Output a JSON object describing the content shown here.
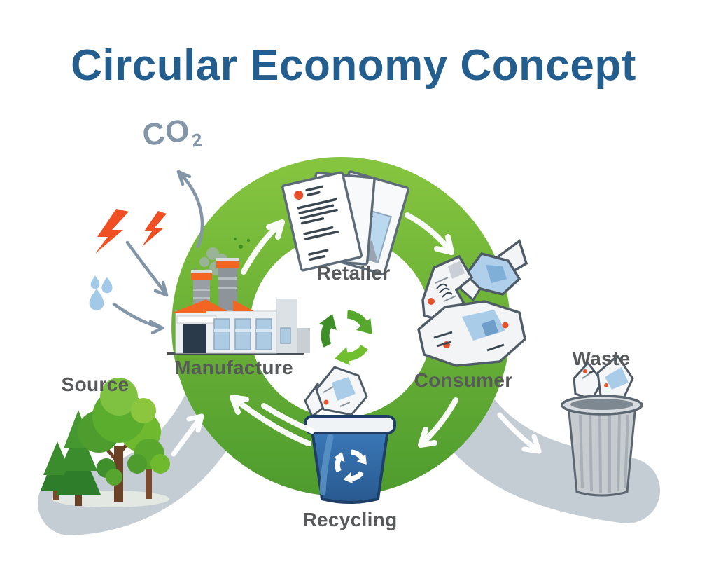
{
  "title": "Circular Economy Concept",
  "emission": {
    "co2_main": "CO",
    "co2_sub": "2"
  },
  "stages": {
    "retailer": "Retailer",
    "consumer": "Consumer",
    "waste": "Waste",
    "recycling": "Recycling",
    "manufacture": "Manufacture",
    "source": "Source"
  },
  "icons": {
    "center": "recycling-arrows-icon",
    "manufacture": "factory-icon",
    "source": "trees-icon",
    "retailer": "newspaper-stack-icon",
    "consumer": "crumpled-newspaper-icon",
    "recycling": "recycle-bin-icon",
    "waste": "trash-can-icon",
    "energy_input": "lightning-energy-icon",
    "water_input": "water-drops-icon",
    "emission_output": "smoke-icon",
    "flow_arrows": "hand-drawn-arrow-icon",
    "feed_bands": "swoosh-ribbon"
  },
  "colors": {
    "title-blue": "#235E8E",
    "label-gray": "#58595B",
    "ring-green-light": "#86C53F",
    "ring-green-dark": "#4E9C2E",
    "sketch-blue-gray": "#8296A8",
    "lightning-orange": "#F04E23",
    "accent-orange": "#F26522",
    "drop-blue": "#A3C9E8",
    "swoosh-gray": "#C5CDD4",
    "bin-blue": "#2E6CA8",
    "paper-outline": "#4F5B66",
    "recycle-green": "#4E9C2E"
  }
}
